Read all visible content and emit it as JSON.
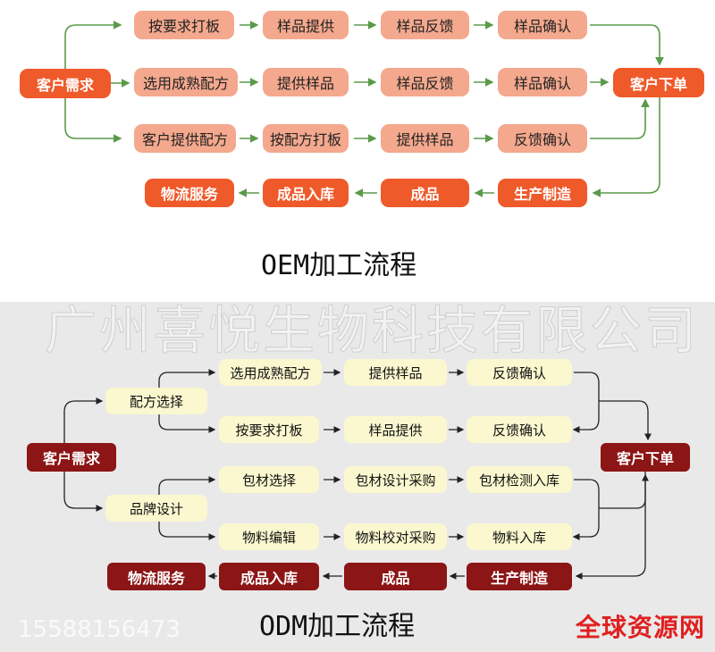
{
  "oem": {
    "title": "OEM加工流程",
    "start": "客户需求",
    "end": "客户下单",
    "rows": [
      [
        "按要求打板",
        "样品提供",
        "样品反馈",
        "样品确认"
      ],
      [
        "选用成熟配方",
        "提供样品",
        "样品反馈",
        "样品确认"
      ],
      [
        "客户提供配方",
        "按配方打板",
        "提供样品",
        "反馈确认"
      ]
    ],
    "bottom": [
      "物流服务",
      "成品入库",
      "成品",
      "生产制造"
    ]
  },
  "odm": {
    "title": "ODM加工流程",
    "start": "客户需求",
    "end": "客户下单",
    "branch1": "配方选择",
    "branch2": "品牌设计",
    "rows": [
      [
        "选用成熟配方",
        "提供样品",
        "反馈确认"
      ],
      [
        "按要求打板",
        "样品提供",
        "反馈确认"
      ],
      [
        "包材选择",
        "包材设计采购",
        "包材检测入库"
      ],
      [
        "物料编辑",
        "物料校对采购",
        "物料入库"
      ]
    ],
    "bottom": [
      "物流服务",
      "成品入库",
      "成品",
      "生产制造"
    ]
  },
  "watermark": "广州喜悦生物科技有限公司",
  "phone_watermark": "15588156473",
  "brand": "全球资源网",
  "colors": {
    "oem_dark": "#ef5a2b",
    "oem_light": "#f4a88d",
    "arrow_green": "#5a9a4a",
    "odm_dark": "#8c1515",
    "odm_light": "#fbf7cf"
  }
}
